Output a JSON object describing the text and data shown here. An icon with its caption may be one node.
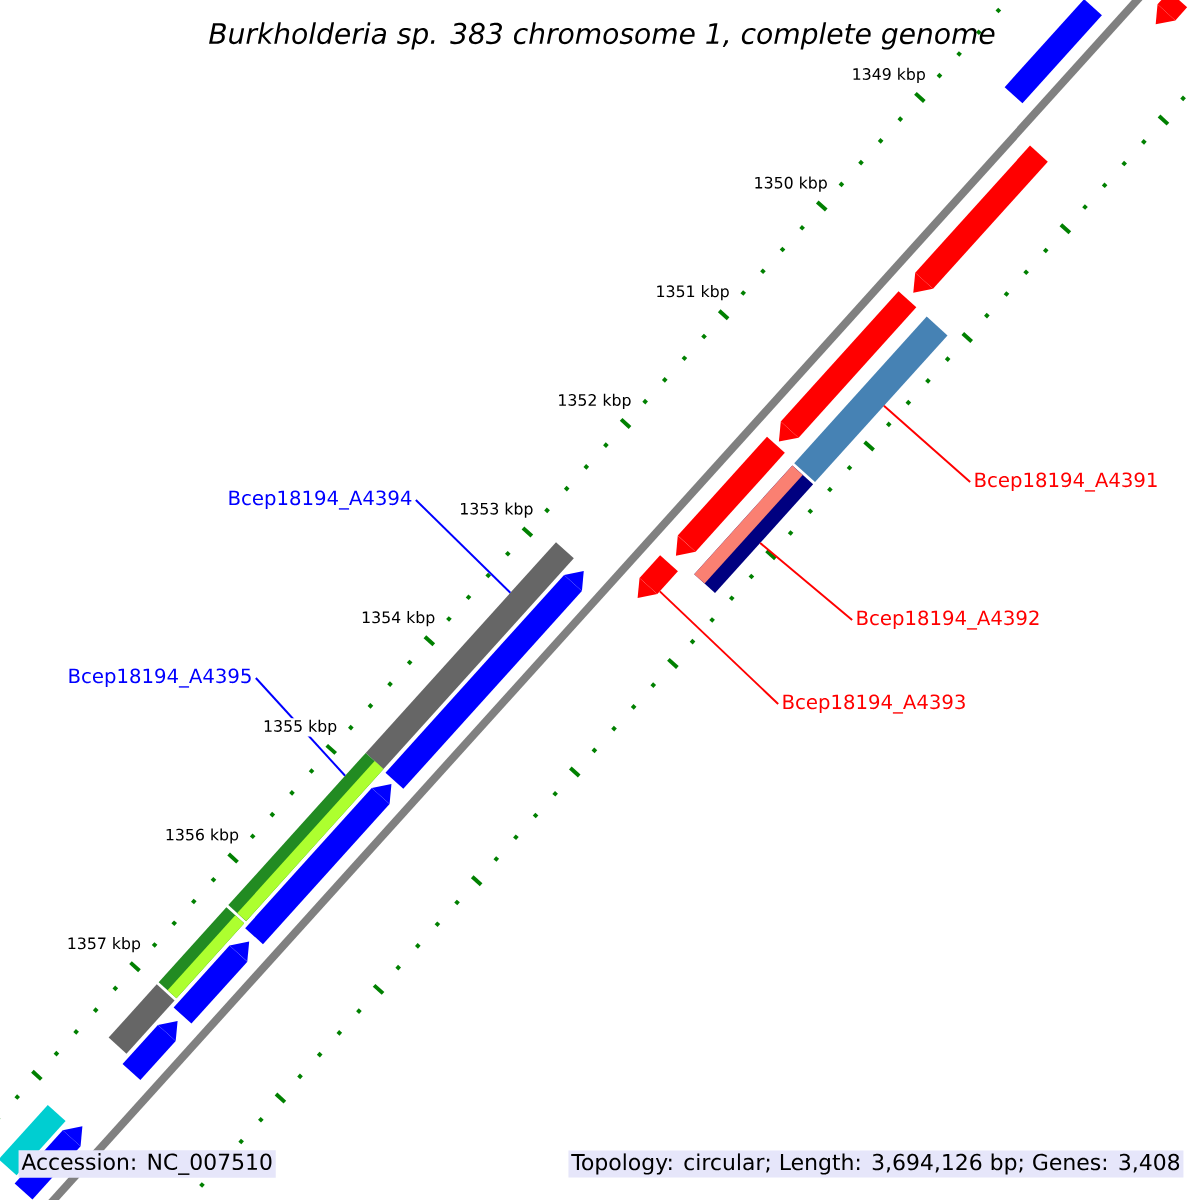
{
  "diagram": {
    "title": "Burkholderia sp. 383 chromosome 1, complete genome",
    "nodes": [
      {
        "text": [
          "Bcep18194_A4394"
        ]
      },
      {
        "text": [
          "Bcep18194_A4395"
        ]
      },
      {
        "text": [
          "Bcep18194_A4391"
        ]
      },
      {
        "text": [
          "Bcep18194_A4392"
        ]
      },
      {
        "text": [
          "Bcep18194_A4393"
        ]
      },
      {
        "text": [],
        "shape": "bar"
      },
      {
        "text": [],
        "shape": "bar"
      },
      {
        "text": [],
        "shape": "bar"
      },
      {
        "text": [],
        "shape": "bar"
      },
      {
        "text": [],
        "shape": "bar"
      },
      {
        "text": [],
        "shape": "bar"
      },
      {
        "text": [],
        "shape": "bar"
      },
      {
        "text": [],
        "shape": "bar"
      },
      {
        "text": [],
        "shape": "bar"
      },
      {
        "text": [],
        "shape": "bar"
      },
      {
        "text": [],
        "shape": "bar"
      },
      {
        "text": [],
        "shape": "bar"
      },
      {
        "text": [],
        "shape": "bar"
      },
      {
        "text": [],
        "shape": "bar"
      },
      {
        "text": [],
        "shape": "bar"
      },
      {
        "text": [],
        "shape": "bar"
      },
      {
        "text": [],
        "shape": "bar"
      },
      {
        "text": [],
        "shape": "bar"
      }
    ],
    "edges": [
      {
        "from": 0,
        "to": 5,
        "arrow": "none",
        "color": "#0000ff"
      },
      {
        "from": 1,
        "to": 6,
        "arrow": "none",
        "color": "#0000ff"
      },
      {
        "from": 2,
        "to": 7,
        "arrow": "none"
      },
      {
        "from": 3,
        "to": 8,
        "arrow": "none"
      },
      {
        "from": 4,
        "to": 9,
        "arrow": "none"
      }
    ],
    "labels": [
      "1349 kbp",
      "1350 kbp",
      "1351 kbp",
      "1352 kbp",
      "1353 kbp",
      "1354 kbp",
      "1355 kbp",
      "1356 kbp",
      "1357 kbp",
      "Accession: NC_007510",
      "Topology: circular; Length: 3,694,126 bp; Genes: 3,408"
    ]
  }
}
